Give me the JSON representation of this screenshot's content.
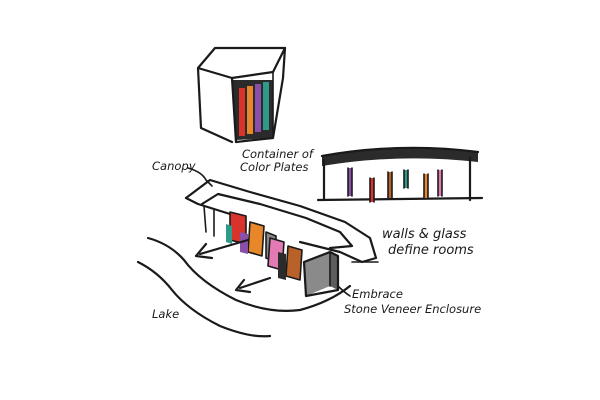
{
  "labels": {
    "container_line1": "Container of",
    "container_line2": "Color Plates",
    "canopy": "Canopy",
    "walls_line1": "walls & glass",
    "walls_line2": "define rooms",
    "embrace_line1": "Embrace",
    "embrace_line2": "Stone Veneer Enclosure",
    "lake": "Lake"
  },
  "colors": {
    "ink": "#1a1a1a",
    "plate_red": "#d8342c",
    "plate_orange": "#e8862a",
    "plate_green": "#2f9a8a",
    "plate_pink": "#e27ab4",
    "plate_purple": "#8a4fa8",
    "plate_brown": "#b8622a",
    "stone_gray": "#8a8a8a",
    "dark_fill": "#2b2b2b"
  }
}
